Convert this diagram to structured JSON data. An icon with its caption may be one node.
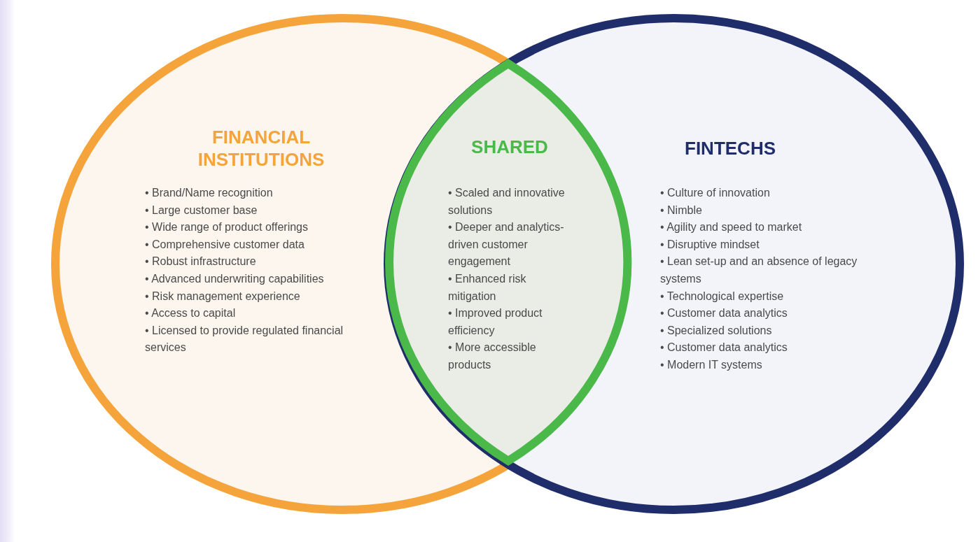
{
  "diagram": {
    "nodes": [
      {
        "text": [
          "FINANCIAL INSTITUTIONS",
          "• Brand/Name recognition",
          "• Large customer base",
          "• Wide range of product offerings",
          "• Comprehensive customer data",
          "• Robust infrastructure",
          "• Advanced underwriting capabilities",
          "• Risk management experience",
          "• Access to capital",
          "• Licensed to provide regulated financial services"
        ]
      },
      {
        "text": [
          "FINTECHS",
          "• Culture of innovation",
          "• Nimble",
          "• Agility and speed to market",
          "• Disruptive mindset",
          "• Lean set-up and an absence of legacy systems",
          "• Technological expertise",
          "• Customer data analytics",
          "• Specialized solutions",
          "• Customer data analytics",
          "• Modern IT systems"
        ]
      },
      {
        "text": [
          "SHARED",
          "• Scaled and innovative solutions",
          "• Deeper and analytics-driven customer engagement",
          "• Enhanced risk mitigation",
          "• Improved product efficiency",
          "• More accessible products"
        ]
      }
    ]
  }
}
